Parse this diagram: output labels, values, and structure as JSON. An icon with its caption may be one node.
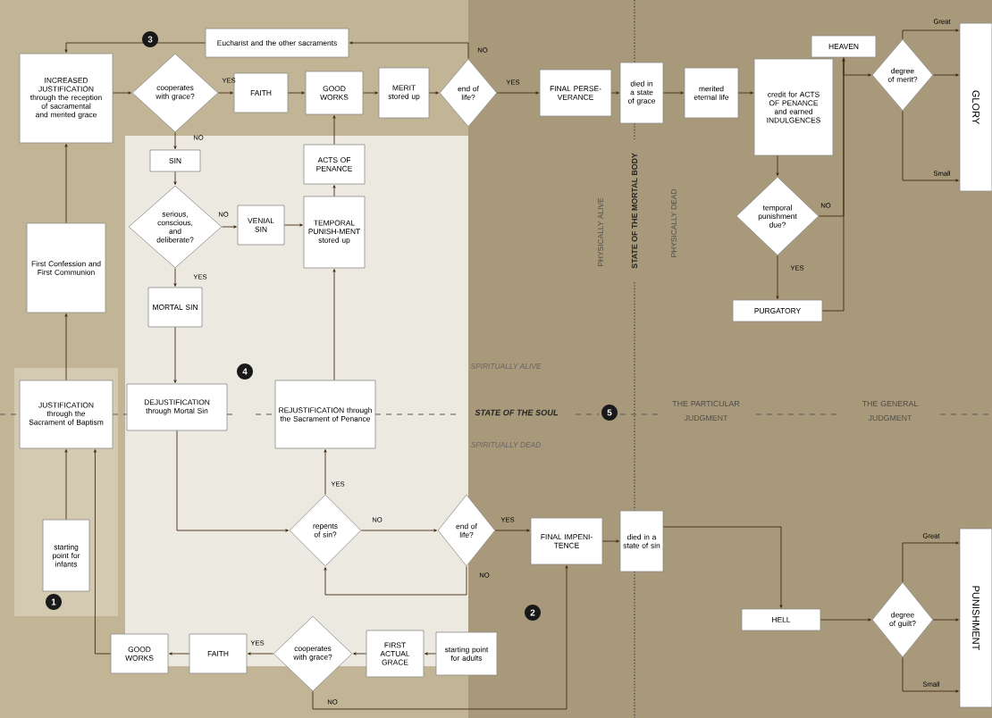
{
  "diagram": {
    "nodes": [
      {
        "text": [
          "Eucharist and the other sacraments"
        ]
      },
      {
        "text": [
          "INCREASED JUSTIFICATION through the reception of sacramental and merited grace"
        ]
      },
      {
        "text": [
          "cooperates with grace?"
        ]
      },
      {
        "text": [
          "FAITH"
        ]
      },
      {
        "text": [
          "GOOD WORKS"
        ]
      },
      {
        "text": [
          "MERIT stored up"
        ]
      },
      {
        "text": [
          "end of life?"
        ]
      },
      {
        "text": [
          "FINAL PERSE-VERANCE"
        ]
      },
      {
        "text": [
          "died in a state of grace"
        ]
      },
      {
        "text": [
          "merited eternal life"
        ]
      },
      {
        "text": [
          "credit for ACTS OF PENANCE and earned INDULGENCES"
        ]
      },
      {
        "text": [
          "HEAVEN"
        ]
      },
      {
        "text": [
          "degree of merit?"
        ]
      },
      {
        "text": [
          "GLORY"
        ]
      },
      {
        "text": [
          "temporal punishment due?"
        ]
      },
      {
        "text": [
          "PURGATORY"
        ]
      },
      {
        "text": [
          "SIN"
        ]
      },
      {
        "text": [
          "serious, conscious, and deliberate?"
        ]
      },
      {
        "text": [
          "VENIAL SIN"
        ]
      },
      {
        "text": [
          "TEMPORAL PUNISH-MENT stored up"
        ]
      },
      {
        "text": [
          "ACTS OF PENANCE"
        ]
      },
      {
        "text": [
          "MORTAL SIN"
        ]
      },
      {
        "text": [
          "First Confession and First Communion"
        ]
      },
      {
        "text": [
          "JUSTIFICATION through the Sacrament of Baptism"
        ]
      },
      {
        "text": [
          "DEJUSTIFICATION through Mortal Sin"
        ]
      },
      {
        "text": [
          "REJUSTIFICATION through the Sacrament of Penance"
        ]
      },
      {
        "text": [
          "repents of sin?"
        ]
      },
      {
        "text": [
          "end of life?"
        ]
      },
      {
        "text": [
          "FINAL IMPENI-TENCE"
        ]
      },
      {
        "text": [
          "died in a state of sin"
        ]
      },
      {
        "text": [
          "HELL"
        ]
      },
      {
        "text": [
          "degree of guilt?"
        ]
      },
      {
        "text": [
          "PUNISHMENT"
        ]
      },
      {
        "text": [
          "starting point for infants"
        ]
      },
      {
        "text": [
          "GOOD WORKS"
        ]
      },
      {
        "text": [
          "FAITH"
        ]
      },
      {
        "text": [
          "cooperates with grace?"
        ]
      },
      {
        "text": [
          "FIRST ACTUAL GRACE"
        ]
      },
      {
        "text": [
          "starting point for adults"
        ]
      }
    ],
    "edges": [
      {
        "from": 1,
        "to": 2,
        "arrow": "to"
      },
      {
        "from": 2,
        "to": 3,
        "arrow": "to",
        "label": "YES"
      },
      {
        "from": 3,
        "to": 4,
        "arrow": "to"
      },
      {
        "from": 4,
        "to": 5,
        "arrow": "to"
      },
      {
        "from": 5,
        "to": 6,
        "arrow": "to"
      },
      {
        "from": 6,
        "to": 7,
        "arrow": "to",
        "label": "YES"
      },
      {
        "from": 6,
        "to": 0,
        "arrow": "to",
        "label": "NO"
      },
      {
        "from": 0,
        "to": 1,
        "arrow": "to"
      },
      {
        "from": 7,
        "to": 8,
        "arrow": "to"
      },
      {
        "from": 8,
        "to": 9,
        "arrow": "to"
      },
      {
        "from": 9,
        "to": 10,
        "arrow": "to"
      },
      {
        "from": 10,
        "to": 14,
        "arrow": "to"
      },
      {
        "from": 14,
        "to": 15,
        "arrow": "to",
        "label": "YES"
      },
      {
        "from": 14,
        "to": 11,
        "arrow": "to",
        "label": "NO"
      },
      {
        "from": 15,
        "to": 11,
        "arrow": "to"
      },
      {
        "from": 11,
        "to": 12,
        "arrow": "to"
      },
      {
        "from": 12,
        "to": 13,
        "arrow": "to",
        "label": "Great"
      },
      {
        "from": 12,
        "to": 13,
        "arrow": "to"
      },
      {
        "from": 12,
        "to": 13,
        "arrow": "to",
        "label": "Small"
      },
      {
        "from": 2,
        "to": 16,
        "arrow": "to",
        "label": "NO"
      },
      {
        "from": 16,
        "to": 17,
        "arrow": "to"
      },
      {
        "from": 17,
        "to": 18,
        "arrow": "to",
        "label": "NO"
      },
      {
        "from": 18,
        "to": 19,
        "arrow": "to"
      },
      {
        "from": 19,
        "to": 20,
        "arrow": "to"
      },
      {
        "from": 20,
        "to": 4,
        "arrow": "to"
      },
      {
        "from": 17,
        "to": 21,
        "arrow": "to",
        "label": "YES"
      },
      {
        "from": 21,
        "to": 24,
        "arrow": "to"
      },
      {
        "from": 24,
        "to": 26,
        "arrow": "to"
      },
      {
        "from": 26,
        "to": 25,
        "arrow": "to",
        "label": "YES"
      },
      {
        "from": 25,
        "to": 19,
        "arrow": "to"
      },
      {
        "from": 26,
        "to": 27,
        "arrow": "to",
        "label": "NO"
      },
      {
        "from": 27,
        "to": 28,
        "arrow": "to",
        "label": "YES"
      },
      {
        "from": 27,
        "to": 26,
        "arrow": "to",
        "label": "NO"
      },
      {
        "from": 28,
        "to": 29,
        "arrow": "to"
      },
      {
        "from": 29,
        "to": 30,
        "arrow": "to"
      },
      {
        "from": 30,
        "to": 31,
        "arrow": "to"
      },
      {
        "from": 31,
        "to": 32,
        "arrow": "to",
        "label": "Great"
      },
      {
        "from": 31,
        "to": 32,
        "arrow": "to"
      },
      {
        "from": 31,
        "to": 32,
        "arrow": "to",
        "label": "Small"
      },
      {
        "from": 33,
        "to": 23,
        "arrow": "to"
      },
      {
        "from": 23,
        "to": 22,
        "arrow": "to"
      },
      {
        "from": 22,
        "to": 1,
        "arrow": "to"
      },
      {
        "from": 38,
        "to": 37,
        "arrow": "to"
      },
      {
        "from": 37,
        "to": 36,
        "arrow": "to"
      },
      {
        "from": 36,
        "to": 35,
        "arrow": "to",
        "label": "YES"
      },
      {
        "from": 35,
        "to": 34,
        "arrow": "to"
      },
      {
        "from": 34,
        "to": 23,
        "arrow": "to"
      },
      {
        "from": 36,
        "to": 28,
        "arrow": "to",
        "label": "NO"
      }
    ],
    "labels": [
      "PHYSICALLY ALIVE",
      "STATE OF THE MORTAL BODY",
      "PHYSICALLY DEAD",
      "3",
      "4",
      "SPIRITUALLY ALIVE",
      "STATE OF THE SOUL",
      "5",
      "THE PARTICULAR JUDGMENT",
      "THE GENERAL JUDGMENT",
      "SPIRITUALLY DEAD",
      "1",
      "2"
    ]
  }
}
